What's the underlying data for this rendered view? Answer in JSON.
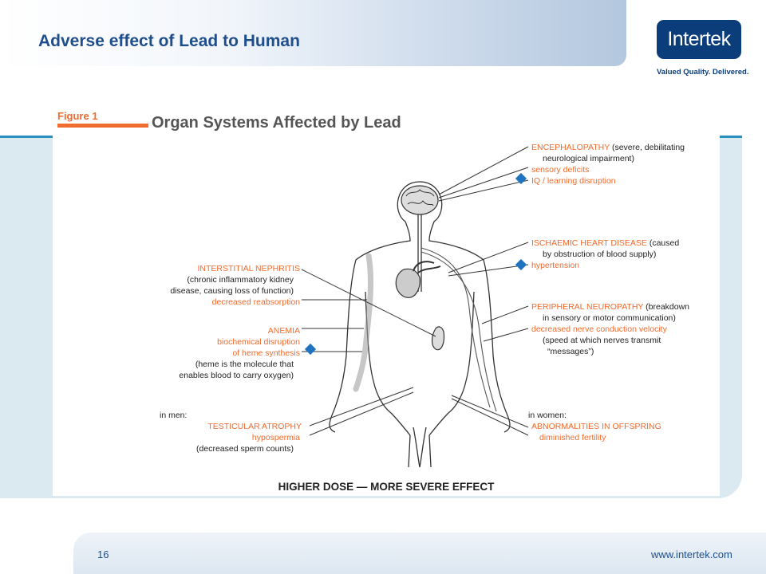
{
  "slide": {
    "title": "Adverse effect of Lead to Human",
    "logo_text": "Intertek",
    "logo_tagline": "Valued Quality. Delivered.",
    "page_number": "16",
    "website": "www.intertek.com"
  },
  "figure": {
    "label": "Figure 1",
    "title": "Organ Systems Affected by Lead",
    "footer": "HIGHER DOSE — MORE SEVERE EFFECT",
    "right_annotations": {
      "brain": {
        "line1_caps": "ENCEPHALOPATHY",
        "line1_rest": " (severe, debilitating",
        "line2": "neurological impairment)",
        "line3": "sensory deficits",
        "line4": "IQ / learning disruption"
      },
      "heart": {
        "line1_caps": "ISCHAEMIC HEART DISEASE",
        "line1_rest": " (caused",
        "line2": "by obstruction of blood supply)",
        "line3": "hypertension"
      },
      "nerves": {
        "line1_caps": "PERIPHERAL NEUROPATHY",
        "line1_rest": " (breakdown",
        "line2": "in sensory or motor communication)",
        "line3": "decreased nerve conduction velocity",
        "line4": "(speed at which nerves transmit",
        "line5": "“messages”)"
      },
      "women": {
        "prefix": "in women:",
        "line1": "ABNORMALITIES IN OFFSPRING",
        "line2": "diminished fertility"
      }
    },
    "left_annotations": {
      "kidney": {
        "line1": "INTERSTITIAL NEPHRITIS",
        "line2": "(chronic inflammatory kidney",
        "line3": "disease, causing loss of function)",
        "line4": "decreased reabsorption"
      },
      "blood": {
        "line1": "ANEMIA",
        "line2": "biochemical disruption",
        "line3": "of heme synthesis",
        "line4": "(heme is the molecule that",
        "line5": "enables blood to carry oxygen)"
      },
      "men": {
        "prefix": "in men:",
        "line1": "TESTICULAR ATROPHY",
        "line2": "hypospermia",
        "line3": "(decreased sperm counts)"
      }
    }
  },
  "colors": {
    "orange": "#ef6b2e",
    "blue_marker": "#1f74c2",
    "navy": "#0a3d7a",
    "title_blue": "#1f4e8c",
    "panel": "#dbe9f0"
  }
}
